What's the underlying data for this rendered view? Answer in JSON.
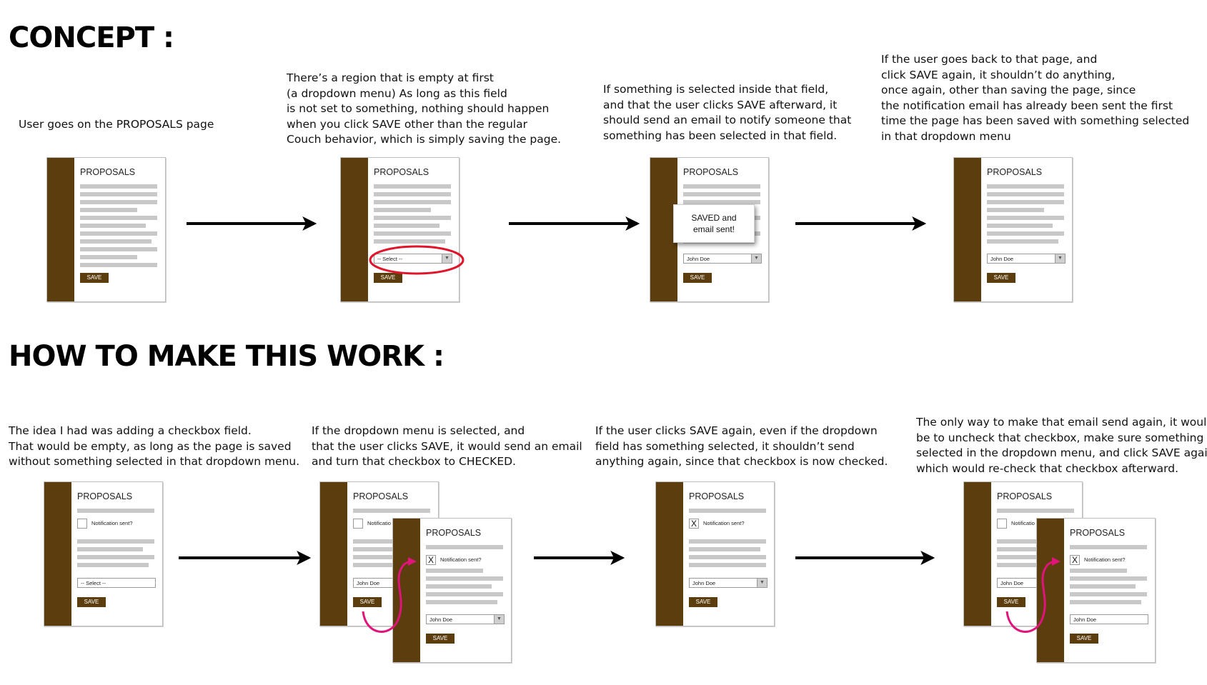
{
  "headings": {
    "concept": "CONCEPT :",
    "how": "HOW TO MAKE THIS WORK :"
  },
  "concept_captions": [
    [
      "User goes on the PROPOSALS page"
    ],
    [
      "There’s a region that is empty at first",
      "(a dropdown menu) As long as this field",
      "is not set to something, nothing should happen",
      "when you click SAVE other than the regular",
      "Couch behavior, which is simply saving the page."
    ],
    [
      "If something is selected inside that field,",
      "and that the user clicks SAVE afterward, it",
      "should send an email to notify someone that",
      "something has been selected in that field."
    ],
    [
      "If the user goes back to that page, and",
      "click SAVE again, it shouldn’t do anything,",
      "once again, other than saving the page, since",
      "the notification email has already been sent the first",
      "time the page has been saved with something selected",
      "in that dropdown menu"
    ]
  ],
  "how_captions": [
    [
      "The idea I had was adding a checkbox field.",
      "That would be empty, as long as the page is saved",
      "without something selected in that dropdown menu."
    ],
    [
      "If the dropdown menu is selected, and",
      "that the user clicks SAVE, it would send an email",
      "and turn that checkbox to CHECKED."
    ],
    [
      "If the user clicks SAVE again, even if the dropdown",
      "field has something selected, it shouldn’t send",
      "anything again, since that checkbox is now checked."
    ],
    [
      "The only way to make that email send again, it would",
      "be to uncheck that checkbox, make sure something is",
      "selected in the dropdown menu, and click SAVE again,",
      "which would re-check that checkbox afterward."
    ]
  ],
  "ui": {
    "page_title": "PROPOSALS",
    "save_label": "SAVE",
    "select_placeholder": "-- Select --",
    "selected_value": "John Doe",
    "checkbox_label": "Notification sent?",
    "checkbox_label_truncated": "Notificatio",
    "checked_mark": "X",
    "dropdown_arrow": "▼",
    "toast_line1": "SAVED and",
    "toast_line2": "email sent!"
  },
  "colors": {
    "sidebar": "#5c3d0e",
    "highlight": "#e0142a",
    "flow_arrow": "#e0147a",
    "text_line": "#c8c8c8"
  }
}
